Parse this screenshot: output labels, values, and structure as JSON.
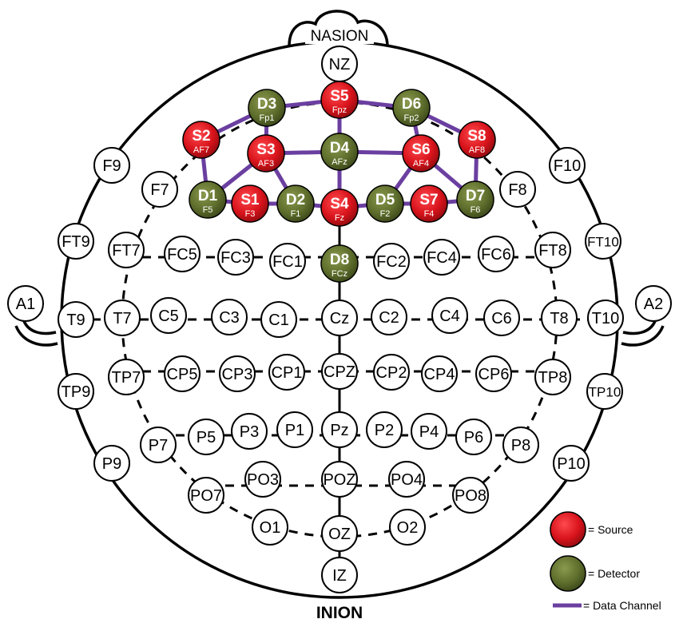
{
  "landmarks": {
    "nasion": "NASION",
    "inion": "INION"
  },
  "electrodes": [
    {
      "id": "nz",
      "label": "NZ"
    },
    {
      "id": "iz",
      "label": "IZ"
    },
    {
      "id": "f9",
      "label": "F9"
    },
    {
      "id": "f10",
      "label": "F10"
    },
    {
      "id": "f7",
      "label": "F7"
    },
    {
      "id": "f8",
      "label": "F8"
    },
    {
      "id": "ft9",
      "label": "FT9"
    },
    {
      "id": "ft7",
      "label": "FT7"
    },
    {
      "id": "fc5",
      "label": "FC5"
    },
    {
      "id": "fc3",
      "label": "FC3"
    },
    {
      "id": "fc1",
      "label": "FC1"
    },
    {
      "id": "fc2",
      "label": "FC2"
    },
    {
      "id": "fc4",
      "label": "FC4"
    },
    {
      "id": "fc6",
      "label": "FC6"
    },
    {
      "id": "ft8",
      "label": "FT8"
    },
    {
      "id": "ft10",
      "label": "FT10"
    },
    {
      "id": "a1",
      "label": "A1"
    },
    {
      "id": "t9",
      "label": "T9"
    },
    {
      "id": "t7",
      "label": "T7"
    },
    {
      "id": "c5",
      "label": "C5"
    },
    {
      "id": "c3",
      "label": "C3"
    },
    {
      "id": "c1",
      "label": "C1"
    },
    {
      "id": "cz",
      "label": "Cz"
    },
    {
      "id": "c2",
      "label": "C2"
    },
    {
      "id": "c4",
      "label": "C4"
    },
    {
      "id": "c6",
      "label": "C6"
    },
    {
      "id": "t8",
      "label": "T8"
    },
    {
      "id": "t10",
      "label": "T10"
    },
    {
      "id": "a2",
      "label": "A2"
    },
    {
      "id": "tp9",
      "label": "TP9"
    },
    {
      "id": "tp7",
      "label": "TP7"
    },
    {
      "id": "cp5",
      "label": "CP5"
    },
    {
      "id": "cp3",
      "label": "CP3"
    },
    {
      "id": "cp1",
      "label": "CP1"
    },
    {
      "id": "cpz",
      "label": "CPZ"
    },
    {
      "id": "cp2",
      "label": "CP2"
    },
    {
      "id": "cp4",
      "label": "CP4"
    },
    {
      "id": "cp6",
      "label": "CP6"
    },
    {
      "id": "tp8",
      "label": "TP8"
    },
    {
      "id": "tp10",
      "label": "TP10"
    },
    {
      "id": "p7",
      "label": "P7"
    },
    {
      "id": "p5",
      "label": "P5"
    },
    {
      "id": "p3",
      "label": "P3"
    },
    {
      "id": "p1",
      "label": "P1"
    },
    {
      "id": "pz",
      "label": "Pz"
    },
    {
      "id": "p2",
      "label": "P2"
    },
    {
      "id": "p4",
      "label": "P4"
    },
    {
      "id": "p6",
      "label": "P6"
    },
    {
      "id": "p8",
      "label": "P8"
    },
    {
      "id": "p9",
      "label": "P9"
    },
    {
      "id": "p10",
      "label": "P10"
    },
    {
      "id": "po7",
      "label": "PO7"
    },
    {
      "id": "po3",
      "label": "PO3"
    },
    {
      "id": "poz",
      "label": "POZ"
    },
    {
      "id": "po4",
      "label": "PO4"
    },
    {
      "id": "po8",
      "label": "PO8"
    },
    {
      "id": "o1",
      "label": "O1"
    },
    {
      "id": "oz",
      "label": "OZ"
    },
    {
      "id": "o2",
      "label": "O2"
    }
  ],
  "optodes": [
    {
      "id": "s2",
      "label": "S2",
      "site": "AF7",
      "kind": "source"
    },
    {
      "id": "d3",
      "label": "D3",
      "site": "Fp1",
      "kind": "detector"
    },
    {
      "id": "s5",
      "label": "S5",
      "site": "Fpz",
      "kind": "source"
    },
    {
      "id": "d6",
      "label": "D6",
      "site": "Fp2",
      "kind": "detector"
    },
    {
      "id": "s8",
      "label": "S8",
      "site": "AF8",
      "kind": "source"
    },
    {
      "id": "s3",
      "label": "S3",
      "site": "AF3",
      "kind": "source"
    },
    {
      "id": "d4",
      "label": "D4",
      "site": "AFz",
      "kind": "detector"
    },
    {
      "id": "s6",
      "label": "S6",
      "site": "AF4",
      "kind": "source"
    },
    {
      "id": "d1",
      "label": "D1",
      "site": "F5",
      "kind": "detector"
    },
    {
      "id": "s1",
      "label": "S1",
      "site": "F3",
      "kind": "source"
    },
    {
      "id": "d2",
      "label": "D2",
      "site": "F1",
      "kind": "detector"
    },
    {
      "id": "s4",
      "label": "S4",
      "site": "Fz",
      "kind": "source"
    },
    {
      "id": "d5",
      "label": "D5",
      "site": "F2",
      "kind": "detector"
    },
    {
      "id": "s7",
      "label": "S7",
      "site": "F4",
      "kind": "source"
    },
    {
      "id": "d7",
      "label": "D7",
      "site": "F6",
      "kind": "detector"
    },
    {
      "id": "d8",
      "label": "D8",
      "site": "FCz",
      "kind": "detector"
    }
  ],
  "channels": [
    [
      "s2",
      "d3"
    ],
    [
      "d3",
      "s5"
    ],
    [
      "s5",
      "d6"
    ],
    [
      "d6",
      "s8"
    ],
    [
      "s2",
      "d1"
    ],
    [
      "d3",
      "s3"
    ],
    [
      "s3",
      "d4"
    ],
    [
      "s5",
      "d4"
    ],
    [
      "d4",
      "s6"
    ],
    [
      "d6",
      "s6"
    ],
    [
      "s8",
      "d7"
    ],
    [
      "s3",
      "d1"
    ],
    [
      "s3",
      "d2"
    ],
    [
      "s6",
      "d5"
    ],
    [
      "s6",
      "d7"
    ],
    [
      "d1",
      "s1"
    ],
    [
      "s1",
      "d2"
    ],
    [
      "d2",
      "s4"
    ],
    [
      "s4",
      "d5"
    ],
    [
      "d5",
      "s7"
    ],
    [
      "s7",
      "d7"
    ],
    [
      "d4",
      "s4"
    ]
  ],
  "legend": {
    "source": "= Source",
    "detector": "= Detector",
    "channel": "= Data Channel"
  },
  "colors": {
    "source": "#d8131b",
    "detector": "#5e6e2c",
    "channel": "#6b3fa0"
  }
}
